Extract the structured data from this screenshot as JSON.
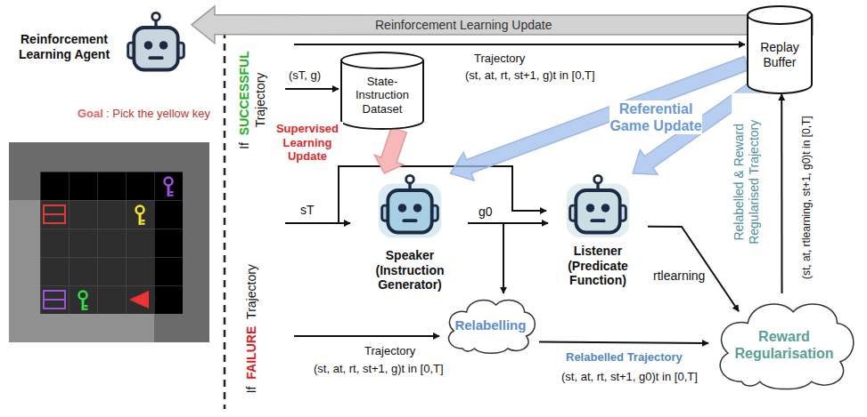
{
  "diagram": {
    "nodes": [
      {
        "text": [
          "Reinforcement Learning Agent"
        ]
      },
      {
        "text": [
          "Replay Buffer"
        ]
      },
      {
        "text": [
          "State-Instruction Dataset"
        ]
      },
      {
        "text": [
          "Speaker (Instruction Generator)"
        ]
      },
      {
        "text": [
          "Listener (Predicate Function)"
        ]
      },
      {
        "text": [
          "Relabelling"
        ]
      },
      {
        "text": [
          "Reward Regularisation"
        ]
      }
    ],
    "edges": [
      {
        "from": 1,
        "to": 0,
        "arrow": "to",
        "label": "Reinforcement Learning Update"
      },
      {
        "from": 1,
        "to": 3,
        "arrow": "to",
        "label": "Referential Game Update"
      },
      {
        "from": 1,
        "to": 4,
        "arrow": "to"
      },
      {
        "from": 2,
        "to": 3,
        "arrow": "to",
        "label": "Supervised Learning Update"
      },
      {
        "from": 3,
        "to": 4,
        "arrow": "to",
        "label": "g0"
      },
      {
        "from": 3,
        "to": 5,
        "arrow": "to"
      },
      {
        "from": 4,
        "to": 6,
        "arrow": "to",
        "label": "rtlearning"
      },
      {
        "from": 5,
        "to": 6,
        "arrow": "to",
        "label": "Relabelled Trajectory"
      },
      {
        "from": 6,
        "to": 1,
        "arrow": "to",
        "label": "Relabelled & Reward Regularised Trajectory"
      }
    ],
    "labels": [
      "Goal",
      ": Pick the yellow key",
      "If",
      "SUCCESSFUL",
      "Trajectory",
      "If",
      "FAILURE",
      "Trajectory",
      "Trajectory",
      "(st, at, rt, st+1, g)t in [0,T]",
      "(sT, g)",
      "sT",
      "Trajectory",
      "(st, at, rt, st+1, g)t in [0,T]",
      "(st, at, rt, st+1, g0)t in [0,T]",
      "(st, at, rtlearning, st+1, g0)t in [0,T]"
    ]
  }
}
